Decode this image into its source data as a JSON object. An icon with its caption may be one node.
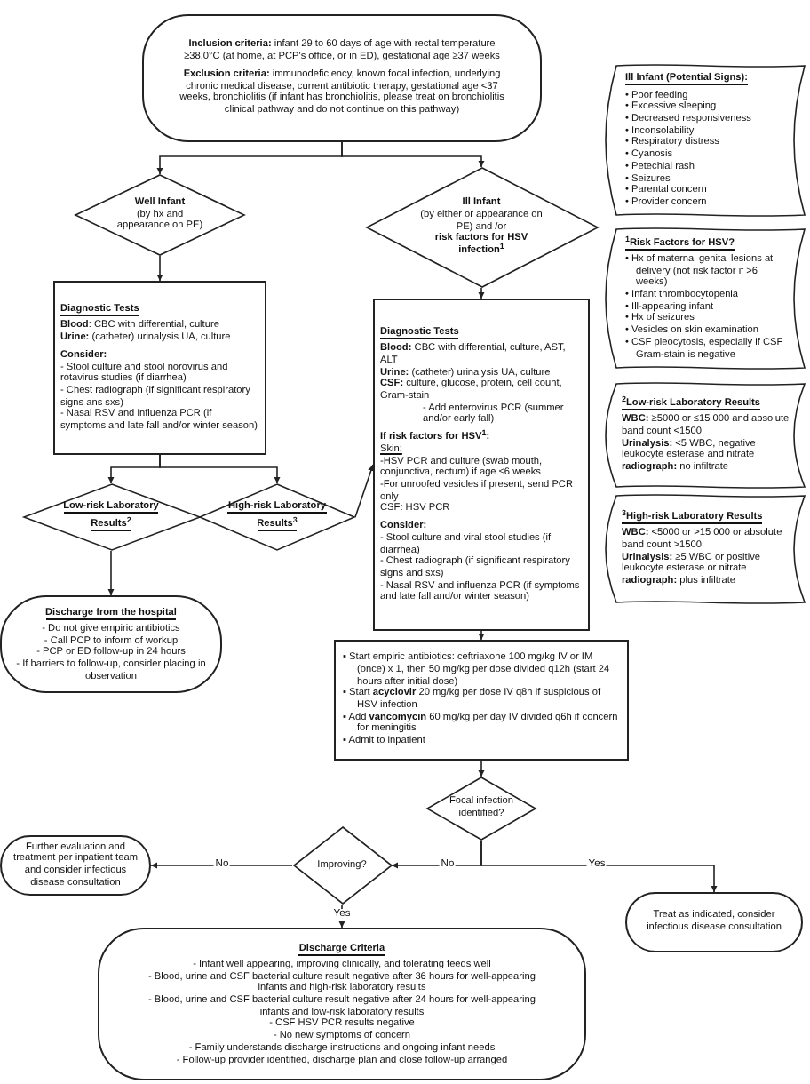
{
  "diagram": {
    "nodes": [
      {
        "text": [
          "**Inclusion criteria:** infant 29 to 60 days of age with rectal temperature ≥38.0°C (at home, at PCP's office, or in ED), gestational age ≥37 weeks",
          "**Exclusion criteria:** immunodeficiency, known focal infection, underlying chronic medical disease, current antibiotic therapy, gestational age <37 weeks, bronchiolitis (if infant has bronchiolitis, please treat on bronchiolitis clinical pathway and do not continue on this pathway)"
        ]
      },
      {
        "text": [
          "Well Infant",
          "(by hx and appearance on PE)"
        ]
      },
      {
        "text": [
          "Ill Infant",
          "(by either or appearance on PE) and /or",
          "risk factors for HSV infection$^{1}$"
        ]
      },
      {
        "text": [
          "Diagnostic Tests",
          "**Blood**: CBC with differential, culture",
          "**Urine:** (catheter) urinalysis UA, culture",
          "Consider:",
          "- Stool culture and stool norovirus and rotavirus studies (if diarrhea)",
          "- Chest radiograph (if significant respiratory signs ans sxs)",
          "- Nasal RSV and influenza PCR (if symptoms and late fall and/or winter season)"
        ]
      },
      {
        "text": [
          "Low-risk Laboratory Results$^{2}$"
        ]
      },
      {
        "text": [
          "High-risk Laboratory Results$^{3}$"
        ]
      },
      {
        "text": [
          "Discharge from the hospital",
          "- Do not give empiric antibiotics",
          "- Call PCP to inform of workup",
          "- PCP or ED follow-up in 24 hours",
          "- If barriers to follow-up, consider placing in observation"
        ]
      },
      {
        "text": [
          "Diagnostic Tests",
          "**Blood:** CBC with differential, culture, AST, ALT",
          "**Urine:** (catheter) urinalysis UA, culture",
          "**CSF:** culture, glucose, protein, cell count, Gram-stain",
          "- Add enterovirus PCR (summer and/or early fall)",
          "If risk factors for HSV$^{1}$:",
          "Skin:",
          "-HSV PCR and culture (swab mouth, conjunctiva, rectum) if age ≤6 weeks",
          "-For unroofed vesicles if present, send PCR only",
          "CSF: HSV PCR",
          "Consider:",
          "- Stool culture and viral stool studies (if diarrhea)",
          "- Chest radiograph (if significant respiratory signs and sxs)",
          "- Nasal RSV and influenza PCR (if symptoms and late fall and/or winter season)"
        ]
      },
      {
        "text": [
          "▪ Start empiric antibiotics: ceftriaxone 100 mg/kg IV or IM (once) x 1, then 50 mg/kg per dose divided q12h (start 24 hours after initial dose)",
          "▪ Start **acyclovir** 20 mg/kg per dose IV q8h if suspicious of HSV infection",
          "▪ Add **vancomycin** 60 mg/kg per day IV divided q6h if concern for meningitis",
          "▪ Admit to inpatient"
        ]
      },
      {
        "text": [
          "Focal infection identified?"
        ]
      },
      {
        "text": [
          "Improving?"
        ]
      },
      {
        "text": [
          "Further evaluation and treatment per inpatient team and consider infectious disease consultation"
        ]
      },
      {
        "text": [
          "Treat as indicated, consider infectious disease consultation"
        ]
      },
      {
        "text": [
          "Discharge Criteria",
          "- Infant well appearing, improving clinically, and tolerating feeds well",
          "- Blood, urine and CSF bacterial culture result negative after 36 hours for well-appearing infants and high-risk laboratory results",
          "- Blood, urine and CSF bacterial culture result negative after 24 hours for well-appearing infants and low-risk laboratory results",
          "- CSF HSV PCR results negative",
          "- No new symptoms of concern",
          "- Family understands discharge instructions and ongoing infant needs",
          "- Follow-up provider identified, discharge plan and close follow-up arranged"
        ]
      },
      {
        "text": [
          "Ill Infant (Potential Signs):",
          "• Poor feeding",
          "• Excessive sleeping",
          "• Decreased responsiveness",
          "• Inconsolability",
          "• Respiratory distress",
          "• Cyanosis",
          "• Petechial rash",
          "• Seizures",
          "• Parental concern",
          "• Provider concern"
        ]
      },
      {
        "text": [
          "$^{1}$Risk Factors for HSV?",
          "• Hx of maternal genital lesions at delivery (not risk factor if >6 weeks)",
          "• Infant thrombocytopenia",
          "• Ill-appearing infant",
          "• Hx of seizures",
          "• Vesicles on skin examination",
          "• CSF pleocytosis, especially if CSF Gram-stain is negative"
        ]
      },
      {
        "text": [
          "$^{2}$Low-risk Laboratory Results",
          "**WBC:** ≥5000 or ≤15 000 and absolute band count <1500",
          "**Urinalysis:** <5 WBC, negative leukocyte esterase and nitrate",
          "**radiograph:** no infiltrate"
        ]
      },
      {
        "text": [
          "$^{3}$High-risk Laboratory Results",
          "**WBC:** <5000 or >15 000 or absolute band count >1500",
          "**Urinalysis:** ≥5 WBC or positive leukocyte esterase or nitrate",
          "**radiograph:** plus infiltrate"
        ]
      }
    ],
    "edges": [
      {
        "from": 0,
        "to": 1,
        "arrow": "to"
      },
      {
        "from": 0,
        "to": 2,
        "arrow": "to"
      },
      {
        "from": 1,
        "to": 3,
        "arrow": "to"
      },
      {
        "from": 3,
        "to": 4,
        "arrow": "to"
      },
      {
        "from": 3,
        "to": 5,
        "arrow": "to"
      },
      {
        "from": 4,
        "to": 6,
        "arrow": "to"
      },
      {
        "from": 5,
        "to": 7,
        "arrow": "to"
      },
      {
        "from": 2,
        "to": 7,
        "arrow": "to"
      },
      {
        "from": 7,
        "to": 8,
        "arrow": "to"
      },
      {
        "from": 8,
        "to": 9,
        "arrow": "to"
      },
      {
        "from": 9,
        "to": 10,
        "label": "No",
        "arrow": "to"
      },
      {
        "from": 9,
        "to": 12,
        "label": "Yes",
        "arrow": "to"
      },
      {
        "from": 10,
        "to": 11,
        "label": "No",
        "arrow": "to"
      },
      {
        "from": 10,
        "to": 13,
        "label": "Yes",
        "arrow": "to"
      }
    ]
  }
}
